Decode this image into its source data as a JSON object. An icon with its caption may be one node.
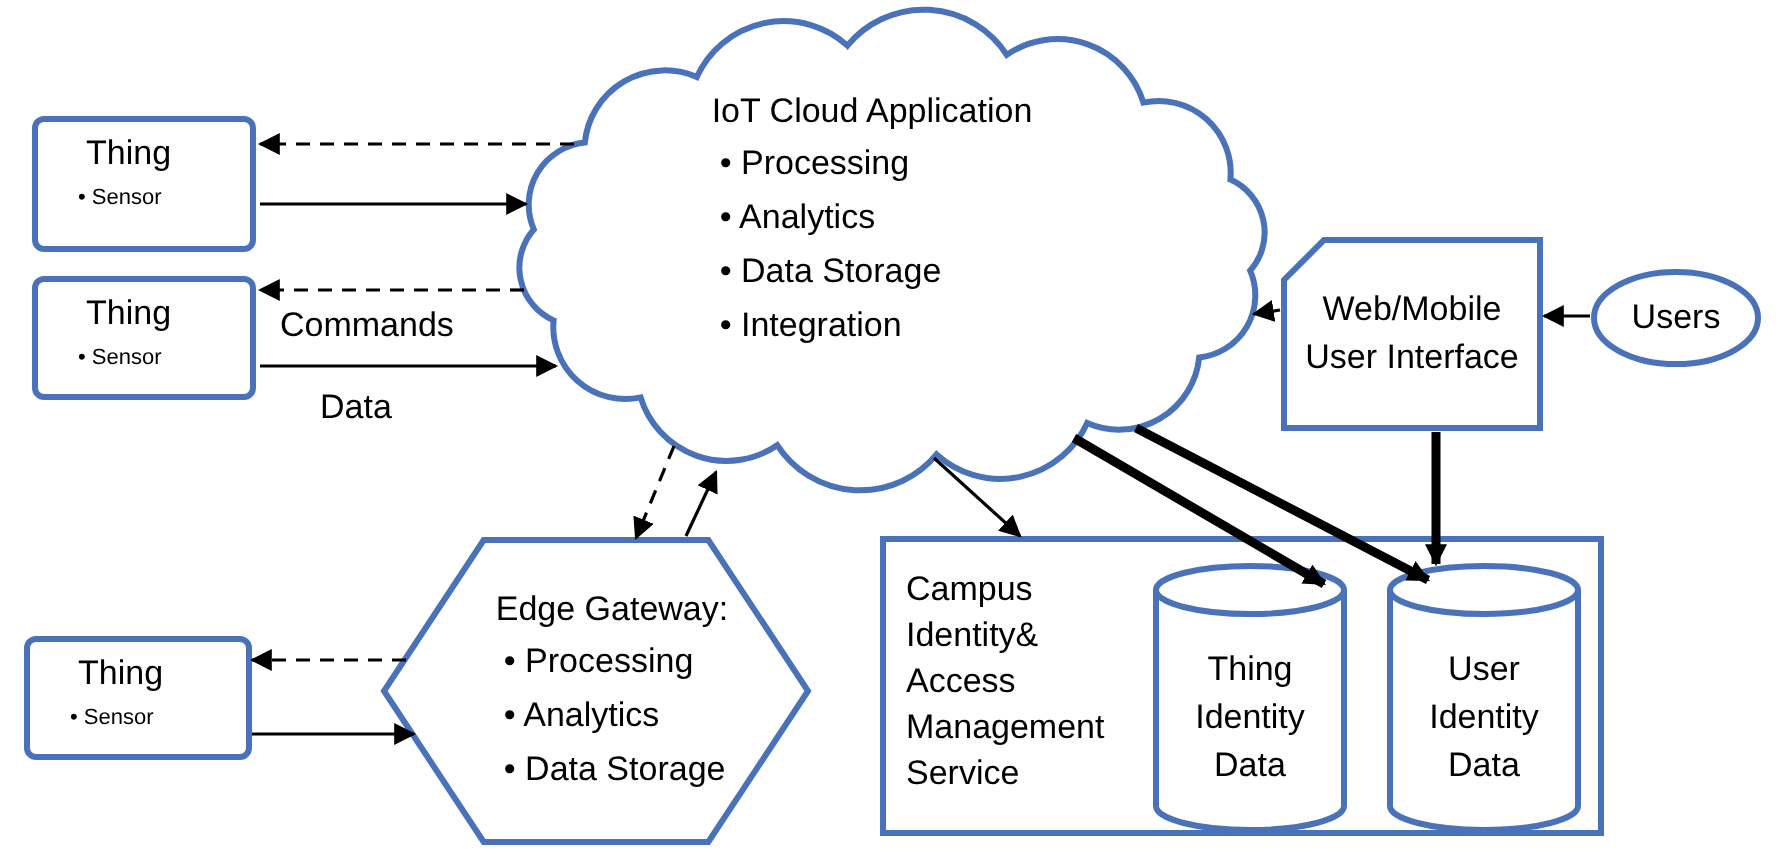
{
  "diagram": {
    "nodes": [
      {
        "text": [
          "Thing",
          "• Sensor"
        ]
      },
      {
        "text": [
          "IoT Cloud Application",
          "• Processing",
          "• Analytics",
          "• Data Storage",
          "• Integration"
        ]
      },
      {
        "text": [
          "Thing",
          "• Sensor"
        ]
      },
      {
        "text": [
          "Web/Mobile User Interface"
        ]
      },
      {
        "text": [
          "Users"
        ]
      },
      {
        "text": [
          "Edge Gateway:",
          "• Processing",
          "• Analytics",
          "• Data Storage"
        ]
      },
      {
        "text": [
          "Campus Identity& Access Management Service"
        ]
      },
      {
        "text": [
          "Thing Identity Data"
        ],
        "in": 6
      },
      {
        "text": [
          "User Identity Data"
        ],
        "in": 6
      },
      {
        "text": [
          "Thing",
          "• Sensor"
        ]
      }
    ],
    "edges": [
      {
        "from": 1,
        "to": 0,
        "arrow": "to",
        "style": "dashed"
      },
      {
        "from": 0,
        "to": 1,
        "arrow": "to"
      },
      {
        "from": 1,
        "to": 2,
        "arrow": "to",
        "style": "dashed",
        "label": "Commands"
      },
      {
        "from": 2,
        "to": 1,
        "arrow": "to",
        "label": "Data"
      },
      {
        "from": 1,
        "to": 5,
        "arrow": "to",
        "style": "dashed"
      },
      {
        "from": 5,
        "to": 1,
        "arrow": "to"
      },
      {
        "from": 5,
        "to": 9,
        "arrow": "to",
        "style": "dashed"
      },
      {
        "from": 9,
        "to": 5,
        "arrow": "to"
      },
      {
        "from": 3,
        "to": 1,
        "arrow": "to"
      },
      {
        "from": 4,
        "to": 3,
        "arrow": "to"
      },
      {
        "from": 3,
        "to": 8,
        "arrow": "to",
        "style": "thick"
      },
      {
        "from": 1,
        "to": 7,
        "arrow": "to",
        "style": "thick"
      },
      {
        "from": 1,
        "to": 8,
        "arrow": "to",
        "style": "thick"
      },
      {
        "from": 1,
        "to": 6,
        "arrow": "to"
      }
    ]
  }
}
